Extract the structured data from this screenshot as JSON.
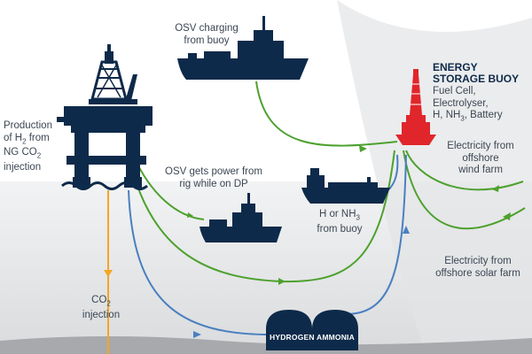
{
  "labels": {
    "osv_charging": [
      "OSV charging",
      "from buoy"
    ],
    "buoy_title": [
      "ENERGY",
      "STORAGE BUOY"
    ],
    "buoy_desc": [
      "Fuel Cell,",
      "Electrolyser,"
    ],
    "buoy_desc_h": "H, NH",
    "buoy_desc_h_sub": "3",
    "buoy_desc_h_tail": ", Battery",
    "production": "Production",
    "production_of": "of H",
    "production_of_sub": "2",
    "production_of_tail": " from",
    "production_ng": "NG CO",
    "production_ng_sub": "2",
    "production_injection": "injection",
    "osv_rig": [
      "OSV gets power from",
      "rig while on DP"
    ],
    "h_or": "H or NH",
    "h_or_sub": "3",
    "from_buoy": "from buoy",
    "wind": [
      "Electricity from",
      "offshore",
      "wind farm"
    ],
    "solar": [
      "Electricity from",
      "offshore solar farm"
    ],
    "co2": "CO",
    "co2_sub": "2",
    "co2_injection": "injection",
    "tank_hydrogen": "HYDROGEN",
    "tank_ammonia": "AMMONIA"
  },
  "colors": {
    "navy": "#0e2a4a",
    "green": "#4da12e",
    "blue": "#4a7fc0",
    "orange": "#f5a623",
    "red": "#e0262b",
    "sea": "#e9eaeb",
    "seabed": "#a7a9ac"
  }
}
